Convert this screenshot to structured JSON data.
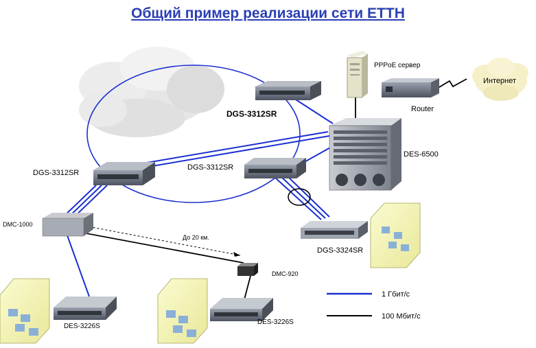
{
  "title": "Общий пример реализации сети ETTH",
  "devices": {
    "pppoe": "PPPoE сервер",
    "internet": "Интернет",
    "router": "Router",
    "des6500": "DES-6500",
    "dgs_top": "DGS-3312SR",
    "dgs_left": "DGS-3312SR",
    "dgs_mid": "DGS-3312SR",
    "dgs3324": "DGS-3324SR",
    "dmc1000": "DMC-1000",
    "dmc920": "DMC-920",
    "des_left": "DES-3226S",
    "des_right": "DES-3226S"
  },
  "distance": "До 20 км.",
  "legend": {
    "gbit": "1 Гбит/с",
    "mbit": "100 Мбит/с",
    "gbit_color": "#1a2fd0",
    "mbit_color": "#000000"
  }
}
